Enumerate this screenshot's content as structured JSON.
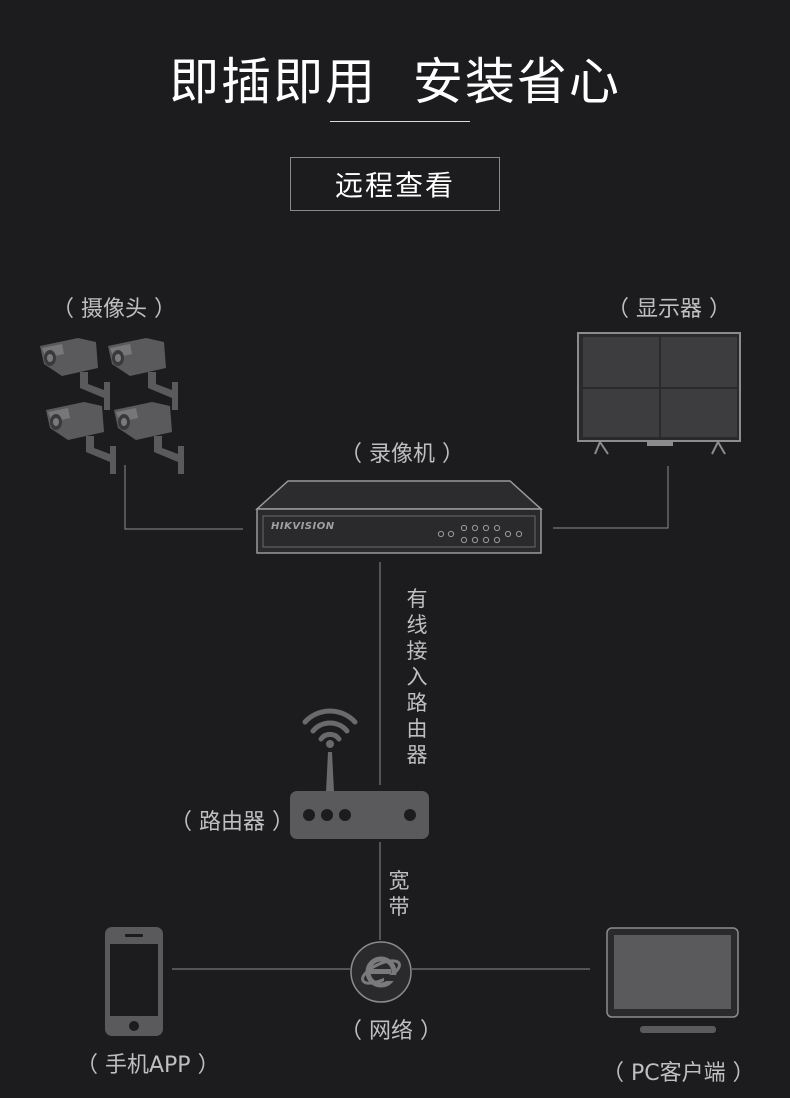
{
  "title": "即插即用  安装省心",
  "subtitle": "远程查看",
  "labels": {
    "camera": "（ 摄像头 ）",
    "monitor": "（ 显示器 ）",
    "nvr": "（ 录像机 ）",
    "router": "（ 路由器 ）",
    "network": "（ 网络 ）",
    "phone": "（ 手机APP ）",
    "pc": "（ PC客户端 ）"
  },
  "connections": {
    "nvr_to_router": "有线接入路由器",
    "router_to_network": "宽带"
  },
  "nvr_brand": "HIKVISION",
  "colors": {
    "background": "#1c1c1f",
    "device_gray": "#5a5a5c",
    "line_gray": "#8c8c8c",
    "text_light": "#bfbfbf"
  },
  "icons": [
    "camera-icon",
    "monitor-icon",
    "nvr-icon",
    "wifi-icon",
    "router-icon",
    "ie-icon",
    "phone-icon",
    "pc-icon"
  ]
}
